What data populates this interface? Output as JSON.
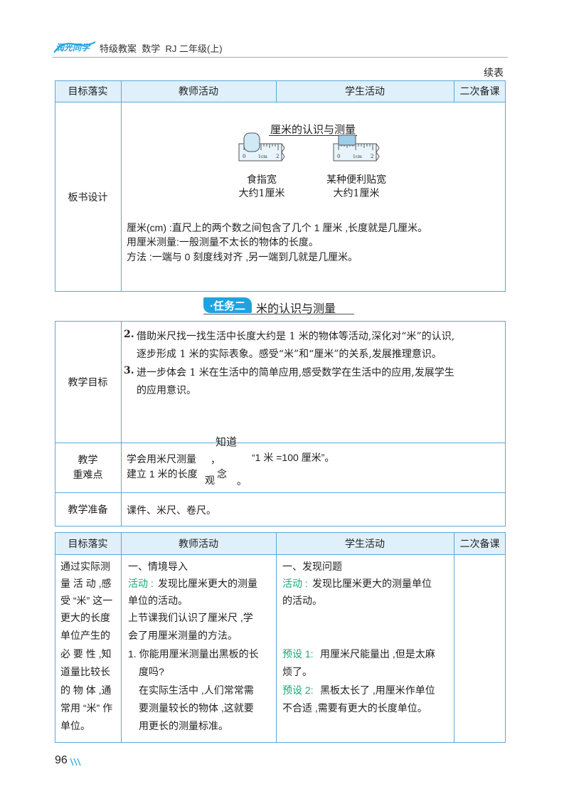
{
  "header": {
    "logo_text": "润光同学",
    "title": "特级教案  数学  RJ 二年级(上)",
    "continued": "续表"
  },
  "table1": {
    "headers": [
      "目标落实",
      "教师活动",
      "学生活动",
      "二次备课"
    ],
    "board_label": "板书设计",
    "board_title": "厘米的认识与测量",
    "ruler_left_caption1": "食指宽",
    "ruler_left_caption2": "大约1厘米",
    "ruler_right_caption1": "某种便利贴宽",
    "ruler_right_caption2": "大约1厘米",
    "ruler_ticks": [
      "0",
      "1cm",
      "2"
    ],
    "line1": "厘米(cm) :直尺上的两个数之间包含了几个 1 厘米 ,长度就是几厘米。",
    "line2": "用厘米测量:一般测量不太长的物体的长度。",
    "line3": "方法 :一端与 0 刻度线对齐 ,另一端到几就是几厘米。"
  },
  "task": {
    "badge": "·任务二",
    "title": "米的认识与测量"
  },
  "table2": {
    "goal_label": "教学目标",
    "goal1_num": "2.",
    "goal1_line1": "借助米尺找一找生活中长度大约是 1 米的物体等活动,深化对“米”的认识,",
    "goal1_line2": "逐步形成 1 米的实际表象。感受“米”和“厘米”的关系,发展推理意识。",
    "goal2_num": "3.",
    "goal2_line1": "进一步体会 1 米在生活中的简单应用,感受数学在生活中的应用,发展学生",
    "goal2_line2": "的应用意识。",
    "key_label1": "教学",
    "key_label2": "重难点",
    "key_zhidao": "知道",
    "key_line1a": "学会用米尺测量",
    "key_line1b": "，",
    "key_line1c": "“1 米 =100 厘米”。",
    "key_line2a": "建立 1 米的长度",
    "key_line2b": "观",
    "key_line2c": "念",
    "key_line2d": "。",
    "prep_label": "教学准备",
    "prep_text": "课件、米尺、卷尺。"
  },
  "table3": {
    "headers": [
      "目标落实",
      "教师活动",
      "学生活动",
      "二次备课"
    ],
    "goal_lines": [
      "通过实际测",
      "量 活 动 ,感",
      "受 “米” 这一",
      "更大的长度",
      "单位产生的",
      "必 要 性 ,知",
      "道量比较长",
      "的 物 体 ,通",
      "常用 “米” 作",
      "单位。"
    ],
    "teacher": {
      "section": "一、情境导入",
      "activity_label": "活动 :",
      "activity_text1": "发现比厘米更大的测量",
      "activity_text2": "单位的活动。",
      "intro1": "上节课我们认识了厘米尺 ,学",
      "intro2": "会了用厘米测量的方法。",
      "q1": "1. 你能用厘米测量出黑板的长",
      "q1b": "度吗?",
      "p1": "在实际生活中 ,人们常常需",
      "p2": "要测量较长的物体 ,这就要",
      "p3": "用更长的测量标准。"
    },
    "student": {
      "section": "一、发现问题",
      "activity_label": "活动 :",
      "activity_text1": "发现比厘米更大的测量单位",
      "activity_text2": "的活动。",
      "pre1_label": "预设 1:",
      "pre1_text1": "用厘米尺能量出 ,但是太麻",
      "pre1_text2": "烦了。",
      "pre2_label": "预设 2:",
      "pre2_text1": "黑板太长了 ,用厘米作单位",
      "pre2_text2": "不合适 ,需要有更大的长度单位。"
    }
  },
  "footer": {
    "page_number": "96"
  },
  "colors": {
    "table_border": "#5aa9d6",
    "header_bg": "#dff0fa",
    "accent_green": "#19a974",
    "logo_blue": "#1fa3e0"
  }
}
